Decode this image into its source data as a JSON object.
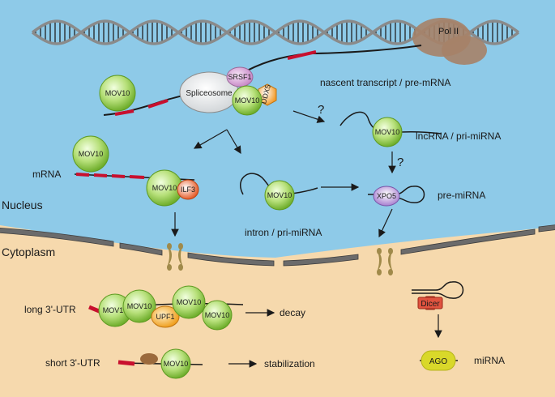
{
  "regions": {
    "nucleus": "Nucleus",
    "cytoplasm": "Cytoplasm"
  },
  "proteins": {
    "mov10": "MOV10",
    "spliceosome": "Spliceosome",
    "srsf1": "SRSF1",
    "ddx5": "DDX5",
    "ilf3": "ILF3",
    "xpo5": "XPO5",
    "upf1": "UPF1",
    "dicer": "Dicer",
    "ago": "AGO",
    "pol2": "Pol II"
  },
  "labels": {
    "nascent": "nascent transcript / pre-mRNA",
    "lncrna": "lncRNA / pri-miRNA",
    "mrna": "mRNA",
    "intron": "intron / pri-miRNA",
    "pre_mirna": "pre-miRNA",
    "long_utr": "long 3'-UTR",
    "short_utr": "short 3'-UTR",
    "decay": "decay",
    "stabilization": "stabilization",
    "mirna": "miRNA",
    "question": "?"
  },
  "colors": {
    "nucleus_bg": "#8ecae8",
    "cytoplasm_bg": "#f6d9ad",
    "mov10_fill": "#a6d85c",
    "rna_red": "#c8102e",
    "pol2": "#a68268",
    "envelope": "#5a5a5a",
    "pore": "#a08a4a",
    "ddx5": "#f39c2c",
    "ilf3": "#e65d2a",
    "xpo5": "#b99ad9",
    "srsf1": "#d9a3d8",
    "upf1": "#f5a623",
    "dicer": "#e0533f",
    "ago": "#d9d82a"
  }
}
